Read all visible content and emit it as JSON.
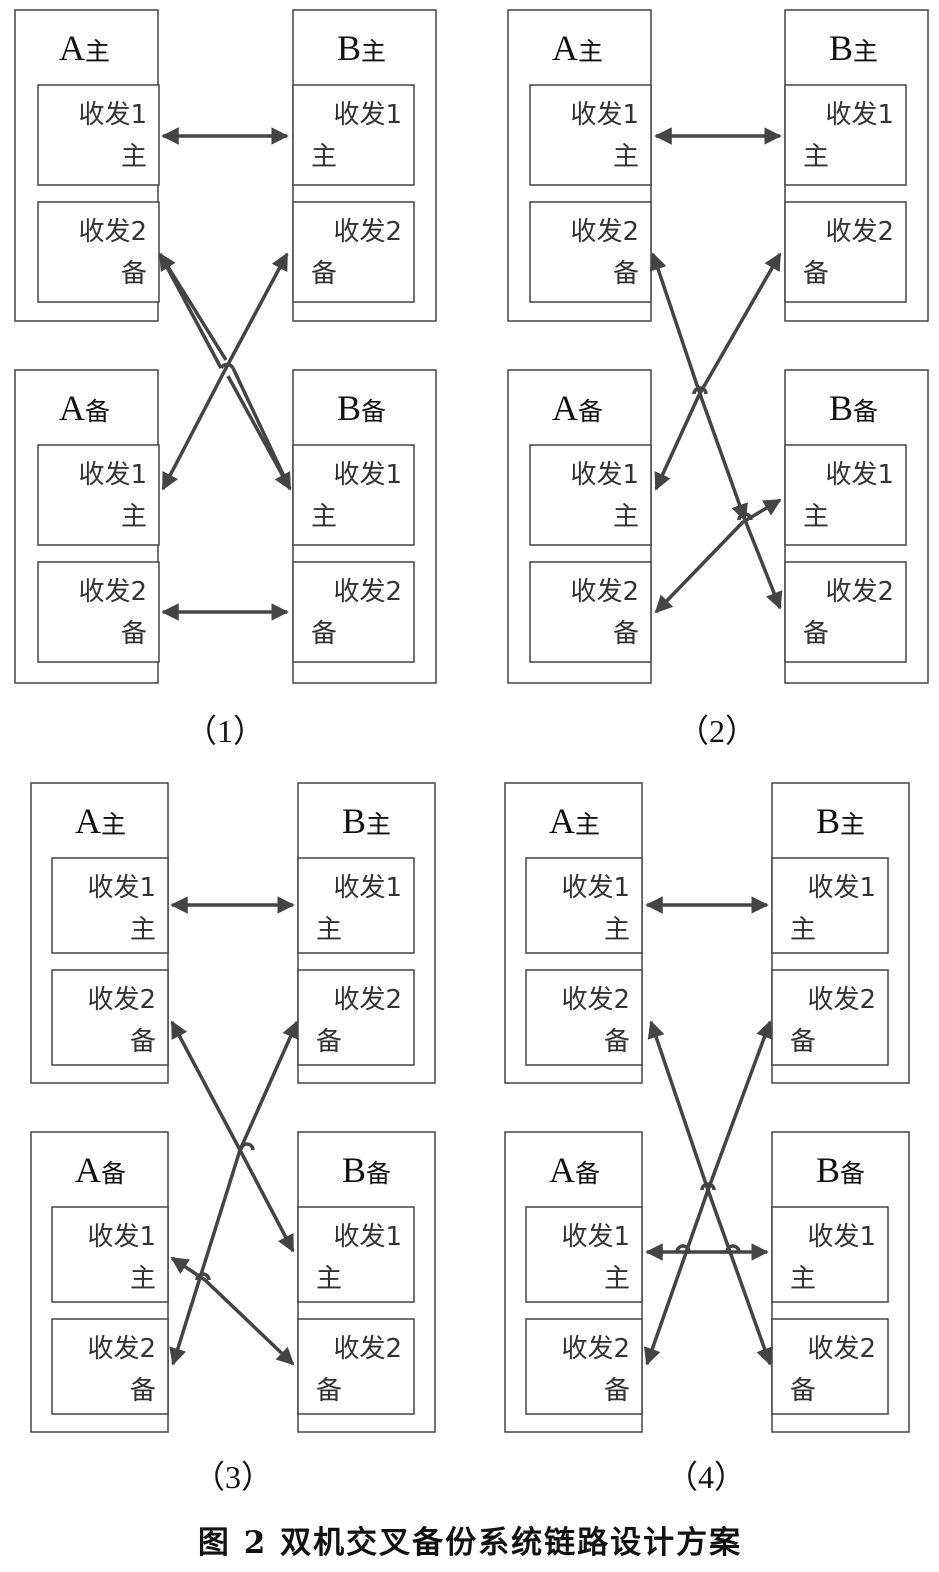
{
  "machines": {
    "a_main": {
      "letter": "A",
      "suffix": "主"
    },
    "b_main": {
      "letter": "B",
      "suffix": "主"
    },
    "a_backup": {
      "letter": "A",
      "suffix": "备"
    },
    "b_backup": {
      "letter": "B",
      "suffix": "备"
    }
  },
  "modules": {
    "trx1": {
      "name": "收发1",
      "role": "主"
    },
    "trx2": {
      "name": "收发2",
      "role": "备"
    }
  },
  "panels": [
    {
      "caption": "（1）"
    },
    {
      "caption": "（2）"
    },
    {
      "caption": "（3）"
    },
    {
      "caption": "（4）"
    }
  ],
  "figure_caption": "图 2 双机交叉备份系统链路设计方案",
  "colors": {
    "line": "#444444",
    "box": "#444444"
  }
}
